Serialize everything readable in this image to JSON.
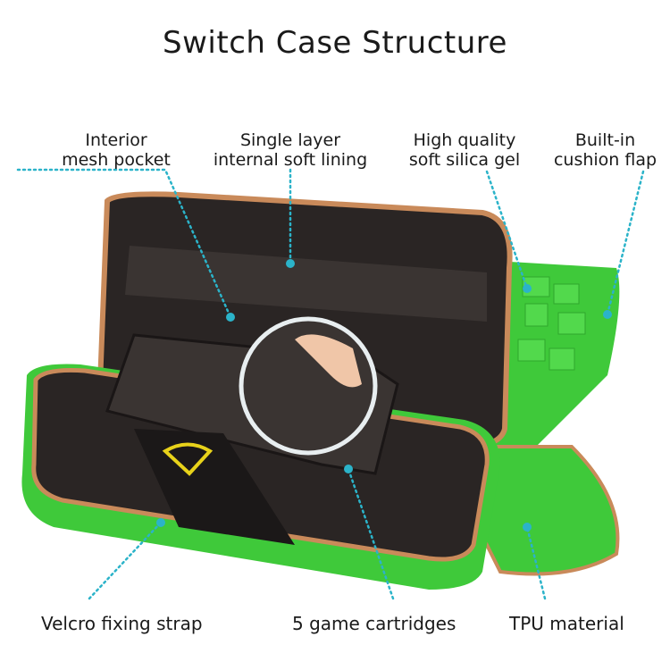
{
  "title": "Switch Case Structure",
  "callouts_top": [
    {
      "line1": "Interior",
      "line2": "mesh pocket"
    },
    {
      "line1": "Single layer",
      "line2": "internal soft lining"
    },
    {
      "line1": "High quality",
      "line2": "soft silica gel"
    },
    {
      "line1": "Built-in",
      "line2": "cushion flap"
    }
  ],
  "callouts_bottom": [
    "Velcro fixing strap",
    "5 game cartridges",
    "TPU material"
  ],
  "colors": {
    "accent_line": "#2bb3c9",
    "case_green": "#3fc93a",
    "zipper": "#c98a5a",
    "lining": "#2a2524"
  }
}
